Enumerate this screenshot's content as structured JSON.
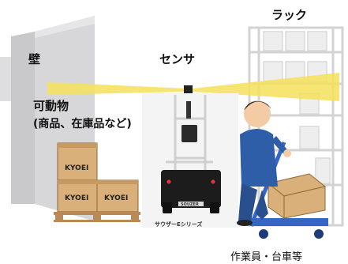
{
  "labels": {
    "wall": "壁",
    "sensor": "センサ",
    "rack": "ラック",
    "movable_line1": "可動物",
    "movable_line2": "(商品、在庫品など)",
    "box_brand": "KYOEI",
    "robot_caption": "サウザーEシリーズ",
    "robot_plate": "SOUZER",
    "worker": "作業員・台車等"
  },
  "colors": {
    "wall_light": "#d4d4d6",
    "wall_dark": "#b9b9bc",
    "beam_yellow": "#f6e05a",
    "rack_frame": "#dcdcdc",
    "box_tan": "#d9b07a",
    "robot_black": "#1c1c1c",
    "worker_blue": "#2f5ea8",
    "cart_blue": "#3566c6"
  }
}
